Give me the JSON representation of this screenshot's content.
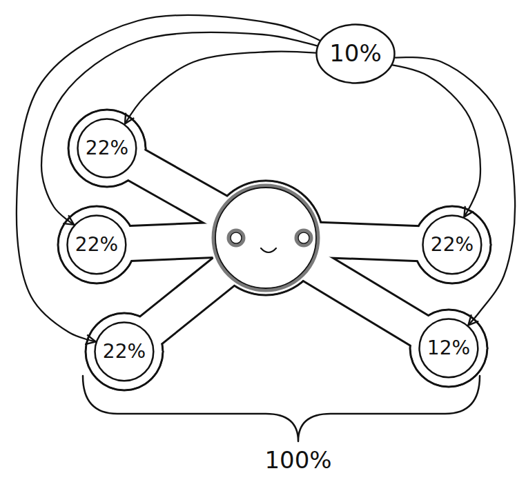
{
  "diagram": {
    "nodes": [
      {
        "text": [
          "10%"
        ]
      },
      {
        "text": [
          "22%"
        ]
      },
      {
        "text": [
          "22%"
        ]
      },
      {
        "text": [
          "22%"
        ]
      },
      {
        "text": [
          "22%"
        ]
      },
      {
        "text": [
          "12%"
        ]
      }
    ],
    "edges": [
      {
        "from": 0,
        "to": 1,
        "arrow": "to"
      },
      {
        "from": 0,
        "to": 2,
        "arrow": "to"
      },
      {
        "from": 0,
        "to": 4,
        "arrow": "to"
      },
      {
        "from": 0,
        "to": 3,
        "arrow": "to"
      },
      {
        "from": 0,
        "to": 5,
        "arrow": "to"
      }
    ],
    "labels": [
      "100%"
    ]
  }
}
